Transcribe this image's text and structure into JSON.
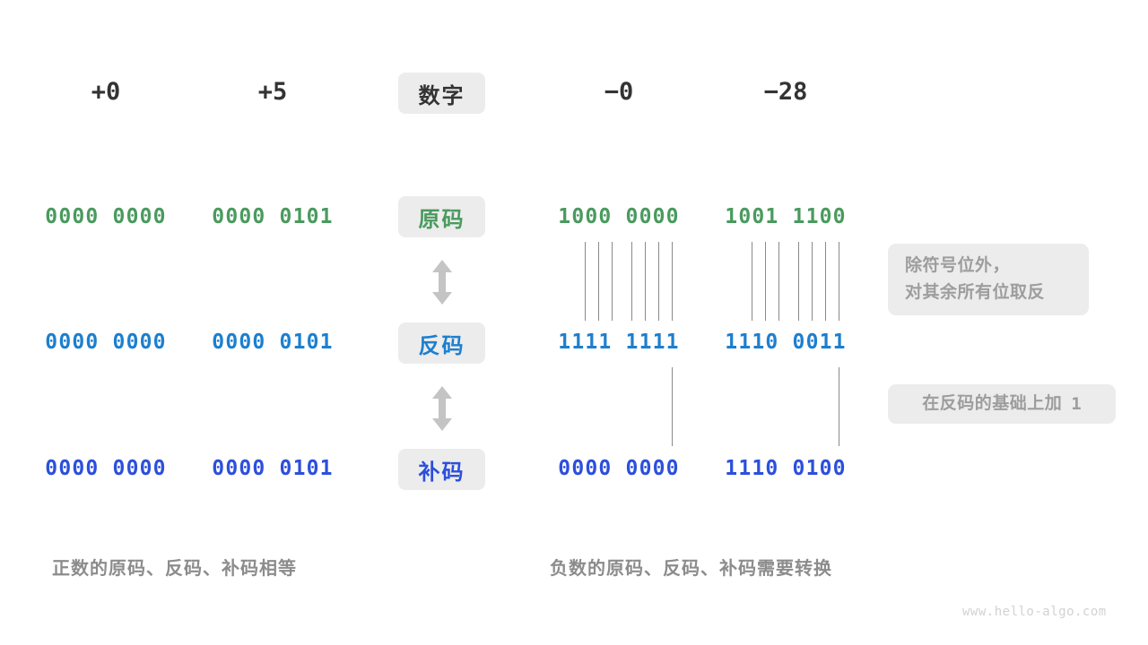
{
  "diagram": {
    "title_row": {
      "label_chip": "数字",
      "columns": [
        {
          "name": "pos-zero",
          "value": "+0"
        },
        {
          "name": "pos-five",
          "value": "+5"
        },
        {
          "name": "neg-zero",
          "value": "−0"
        },
        {
          "name": "neg-28",
          "value": "−28"
        }
      ]
    },
    "rows": [
      {
        "key": "true-form",
        "chip": "原码",
        "color": "#4a9a5e",
        "cells": [
          "0000 0000",
          "0000 0101",
          "1000 0000",
          "1001 1100"
        ]
      },
      {
        "key": "ones-complement",
        "chip": "反码",
        "color": "#1d7fce",
        "cells": [
          "0000 0000",
          "0000 0101",
          "1111 1111",
          "1110 0011"
        ]
      },
      {
        "key": "twos-complement",
        "chip": "补码",
        "color": "#2c4fdc",
        "cells": [
          "0000 0000",
          "0000 0101",
          "0000 0000",
          "1110 0100"
        ]
      }
    ],
    "notes": [
      {
        "key": "invert-note",
        "line1": "除符号位外，",
        "line2": "对其余所有位取反"
      },
      {
        "key": "add-one-note",
        "text": "在反码的基础上加",
        "suffix": "1"
      }
    ],
    "captions": [
      {
        "key": "positive-caption",
        "text": "正数的原码、反码、补码相等"
      },
      {
        "key": "negative-caption",
        "text": "负数的原码、反码、补码需要转换"
      }
    ],
    "watermark": "www.hello-algo.com",
    "colors": {
      "chip_bg": "#ececec",
      "green": "#4a9a5e",
      "blue": "#1d7fce",
      "indigo": "#2c4fdc",
      "gray_text": "#8c8c8c",
      "line": "#8a8a8a",
      "arrow": "#c4c4c4"
    }
  }
}
